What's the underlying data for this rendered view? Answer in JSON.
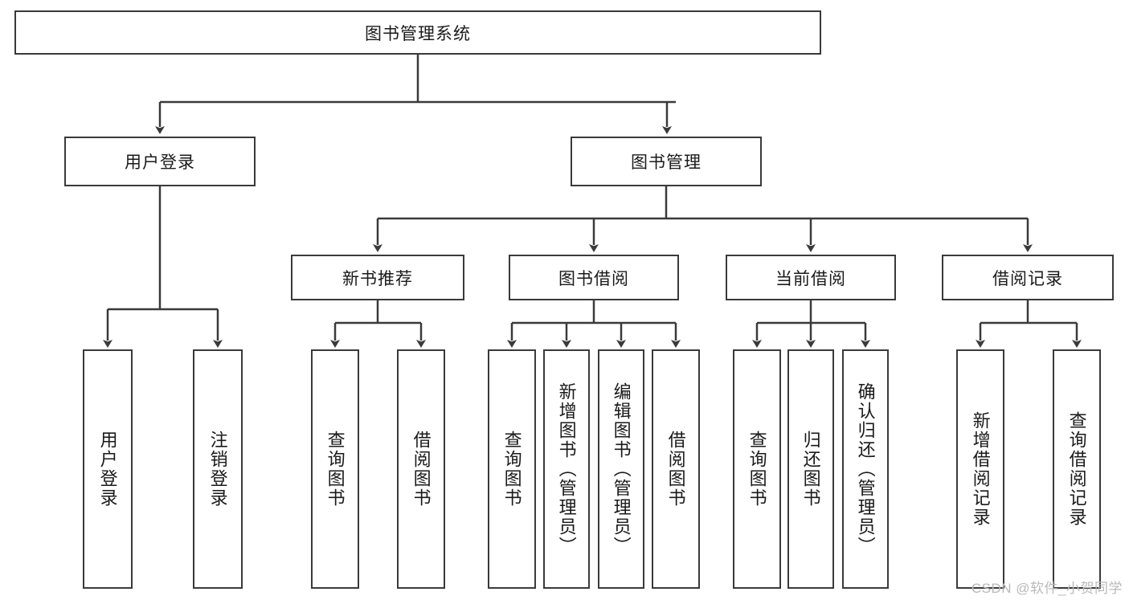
{
  "diagram": {
    "type": "tree-hierarchy",
    "title": "图书管理系统",
    "watermark": "CSDN @软件_小贺同学",
    "colors": {
      "stroke": "#3a3a3a",
      "fill": "#ffffff",
      "text": "#1a1a1a",
      "watermark": "#b9b9b9"
    },
    "levels": [
      {
        "level": 1,
        "nodes": [
          {
            "id": "root",
            "label": "图书管理系统",
            "orientation": "horizontal"
          }
        ]
      },
      {
        "level": 2,
        "nodes": [
          {
            "id": "user-login",
            "label": "用户登录",
            "orientation": "horizontal",
            "parent": "root"
          },
          {
            "id": "book-manage",
            "label": "图书管理",
            "orientation": "horizontal",
            "parent": "root"
          }
        ]
      },
      {
        "level": 3,
        "nodes": [
          {
            "id": "new-book-rec",
            "label": "新书推荐",
            "orientation": "horizontal",
            "parent": "book-manage"
          },
          {
            "id": "book-borrow",
            "label": "图书借阅",
            "orientation": "horizontal",
            "parent": "book-manage"
          },
          {
            "id": "current-borrow",
            "label": "当前借阅",
            "orientation": "horizontal",
            "parent": "book-manage"
          },
          {
            "id": "borrow-record",
            "label": "借阅记录",
            "orientation": "horizontal",
            "parent": "book-manage"
          }
        ]
      },
      {
        "level": 4,
        "nodes": [
          {
            "id": "leaf-user-login",
            "label": "用户登录",
            "orientation": "vertical",
            "parent": "user-login"
          },
          {
            "id": "leaf-logout",
            "label": "注销登录",
            "orientation": "vertical",
            "parent": "user-login"
          },
          {
            "id": "leaf-query-book-1",
            "label": "查询图书",
            "orientation": "vertical",
            "parent": "new-book-rec"
          },
          {
            "id": "leaf-borrow-book-1",
            "label": "借阅图书",
            "orientation": "vertical",
            "parent": "new-book-rec"
          },
          {
            "id": "leaf-query-book-2",
            "label": "查询图书",
            "orientation": "vertical",
            "parent": "book-borrow"
          },
          {
            "id": "leaf-add-book",
            "label": "新增图书（管理员）",
            "orientation": "vertical",
            "parent": "book-borrow"
          },
          {
            "id": "leaf-edit-book",
            "label": "编辑图书（管理员）",
            "orientation": "vertical",
            "parent": "book-borrow"
          },
          {
            "id": "leaf-borrow-book-2",
            "label": "借阅图书",
            "orientation": "vertical",
            "parent": "book-borrow"
          },
          {
            "id": "leaf-query-book-3",
            "label": "查询图书",
            "orientation": "vertical",
            "parent": "current-borrow"
          },
          {
            "id": "leaf-return-book",
            "label": "归还图书",
            "orientation": "vertical",
            "parent": "current-borrow"
          },
          {
            "id": "leaf-confirm-return",
            "label": "确认归还（管理员）",
            "orientation": "vertical",
            "parent": "current-borrow"
          },
          {
            "id": "leaf-add-record",
            "label": "新增借阅记录",
            "orientation": "vertical",
            "parent": "borrow-record"
          },
          {
            "id": "leaf-query-record",
            "label": "查询借阅记录",
            "orientation": "vertical",
            "parent": "borrow-record"
          }
        ]
      }
    ]
  }
}
